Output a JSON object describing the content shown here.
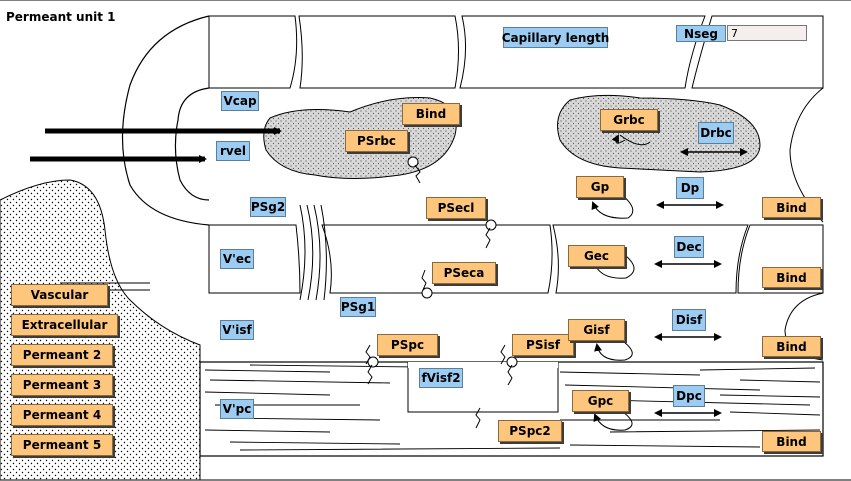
{
  "title": "Permeant unit 1",
  "side_buttons": [
    "Vascular",
    "Extracellular",
    "Permeant 2",
    "Permeant 3",
    "Permeant 4",
    "Permeant 5"
  ],
  "controls": {
    "capillary_length": "Capillary length",
    "nseg_label": "Nseg",
    "nseg_value": "7"
  },
  "params": {
    "vcap": "Vcap",
    "rvel": "rvel",
    "psg2": "PSg2",
    "vec": "V'ec",
    "psg1": "PSg1",
    "visf": "V'isf",
    "vpc": "V'pc",
    "fvisf2": "fVisf2",
    "drbc": "Drbc",
    "dp": "Dp",
    "dec": "Dec",
    "disf": "Disf",
    "dpc": "Dpc"
  },
  "buttons": {
    "bind_rbc": "Bind",
    "psrbc": "PSrbc",
    "grbc": "Grbc",
    "gp": "Gp",
    "psecl": "PSecl",
    "bind_p": "Bind",
    "gec": "Gec",
    "pseca": "PSeca",
    "bind_ec": "Bind",
    "pspc": "PSpc",
    "psisf": "PSisf",
    "gisf": "Gisf",
    "bind_isf": "Bind",
    "gpc": "Gpc",
    "pspc2": "PSpc2",
    "bind_pc": "Bind"
  }
}
